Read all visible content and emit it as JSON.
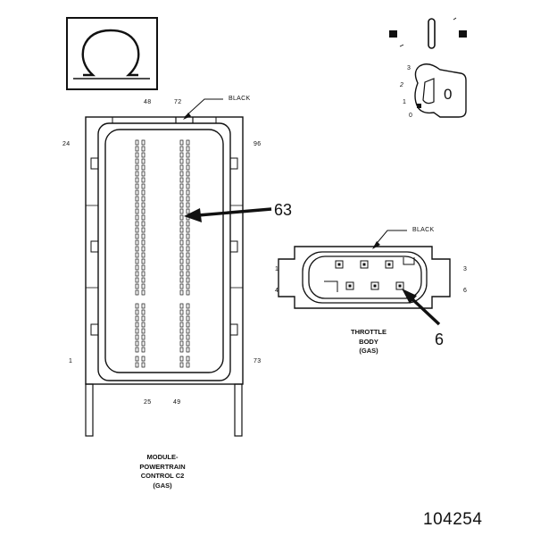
{
  "symbol": {
    "icon": "ohm-icon"
  },
  "switch_icon": {
    "icon": "ignition-switch-icon",
    "positions": [
      "3",
      "2",
      "1",
      "0"
    ],
    "key_label": "0"
  },
  "pcm_connector": {
    "pin_top_left": "48",
    "pin_top_right": "72",
    "color": "BLACK",
    "pin_left": "24",
    "pin_right": "96",
    "pin_bottom_left_corner": "1",
    "pin_bottom_right_corner": "73",
    "pin_bottom_left": "25",
    "pin_bottom_right": "49",
    "callout": "63",
    "caption": [
      "MODULE-",
      "POWERTRAIN",
      "CONTROL C2",
      "(GAS)"
    ]
  },
  "throttle_connector": {
    "color": "BLACK",
    "pin_1": "1",
    "pin_4": "4",
    "pin_3": "3",
    "pin_6": "6",
    "callout": "6",
    "caption": [
      "THROTTLE",
      "BODY",
      "(GAS)"
    ]
  },
  "figure_id": "104254"
}
